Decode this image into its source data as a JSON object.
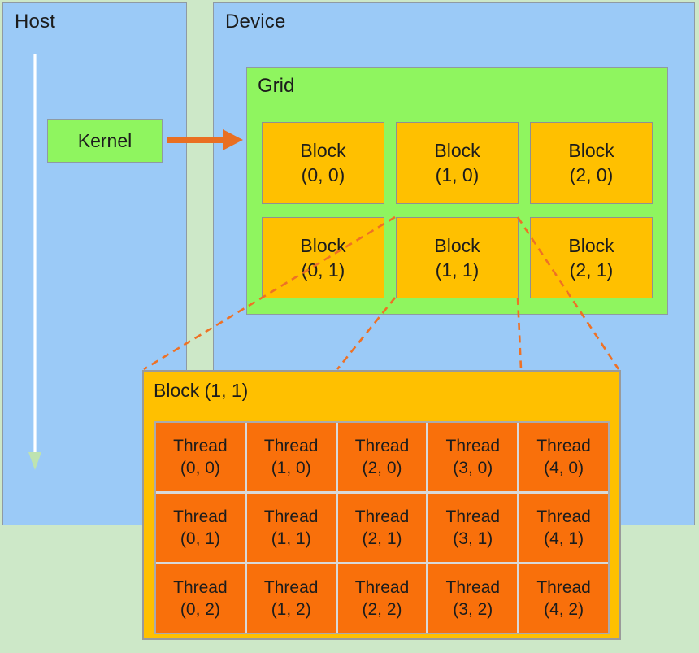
{
  "title": "CUDA host-device kernel execution model diagram",
  "host": {
    "label": "Host"
  },
  "device": {
    "label": "Device"
  },
  "kernel": {
    "label": "Kernel"
  },
  "grid": {
    "label": "Grid",
    "blocks": [
      {
        "name": "Block",
        "index": "(0, 0)"
      },
      {
        "name": "Block",
        "index": "(1, 0)"
      },
      {
        "name": "Block",
        "index": "(2, 0)"
      },
      {
        "name": "Block",
        "index": "(0, 1)"
      },
      {
        "name": "Block",
        "index": "(1, 1)"
      },
      {
        "name": "Block",
        "index": "(2, 1)"
      }
    ]
  },
  "expanded_block": {
    "title": "Block (1, 1)",
    "threads": [
      {
        "name": "Thread",
        "index": "(0, 0)"
      },
      {
        "name": "Thread",
        "index": "(1, 0)"
      },
      {
        "name": "Thread",
        "index": "(2, 0)"
      },
      {
        "name": "Thread",
        "index": "(3, 0)"
      },
      {
        "name": "Thread",
        "index": "(4, 0)"
      },
      {
        "name": "Thread",
        "index": "(0, 1)"
      },
      {
        "name": "Thread",
        "index": "(1, 1)"
      },
      {
        "name": "Thread",
        "index": "(2, 1)"
      },
      {
        "name": "Thread",
        "index": "(3, 1)"
      },
      {
        "name": "Thread",
        "index": "(4, 1)"
      },
      {
        "name": "Thread",
        "index": "(0, 2)"
      },
      {
        "name": "Thread",
        "index": "(1, 2)"
      },
      {
        "name": "Thread",
        "index": "(2, 2)"
      },
      {
        "name": "Thread",
        "index": "(3, 2)"
      },
      {
        "name": "Thread",
        "index": "(4, 2)"
      }
    ]
  },
  "icons": {
    "host_timeline_arrow": "down-arrow",
    "kernel_launch_arrow": "right-arrow",
    "zoom_projection_lines": "dashed-lines"
  },
  "colors": {
    "background_mint": "#CDE8C8",
    "panel_blue": "#9BCAF7",
    "box_green": "#8FF55F",
    "block_gold": "#FFC000",
    "thread_orange": "#F9700B",
    "arrow_orange": "#E96F22",
    "dashed_orange": "#EE7125",
    "host_arrow_shaft": "#FFFFFF",
    "host_arrow_head": "#BEE3B0",
    "table_grid_gray": "#D9D9D9",
    "text_dark": "#1C1C1C"
  }
}
